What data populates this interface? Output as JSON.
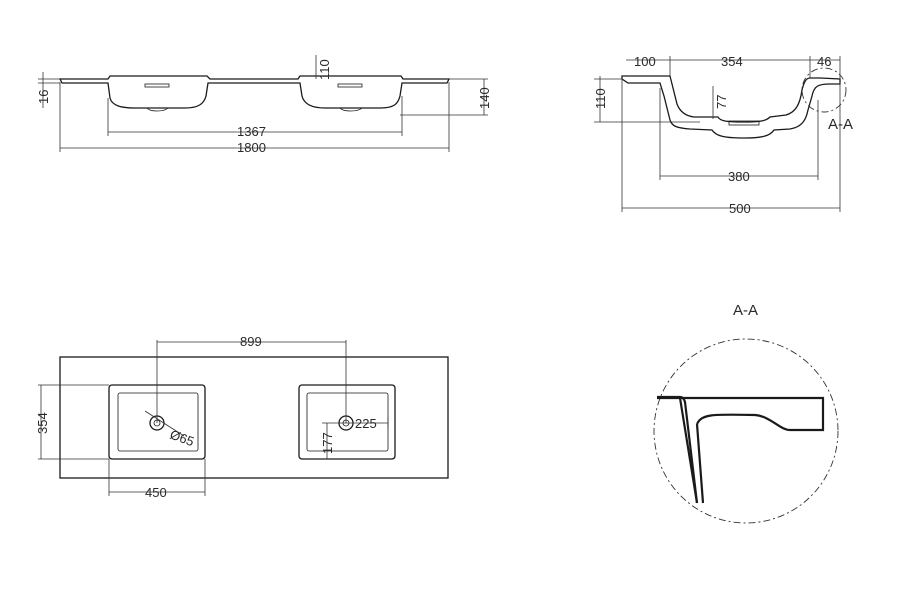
{
  "front_view": {
    "dim_thickness": "16",
    "dim_depth_top": "110",
    "dim_height": "140",
    "dim_basin_span": "1367",
    "dim_total_length": "1800"
  },
  "side_view": {
    "dim_back_ledge": "100",
    "dim_bowl_width": "354",
    "dim_front_lip": "46",
    "dim_height": "110",
    "dim_bowl_depth": "77",
    "dim_bottom": "380",
    "dim_total_depth": "500",
    "section_marker": "A-A"
  },
  "plan_view": {
    "dim_center_distance": "899",
    "dim_bowl_depth": "354",
    "dim_drain_diameter": "Ø65",
    "dim_drain_offset_x": "225",
    "dim_drain_offset_y": "177",
    "dim_bowl_width": "450"
  },
  "detail_view": {
    "title": "A-A"
  }
}
